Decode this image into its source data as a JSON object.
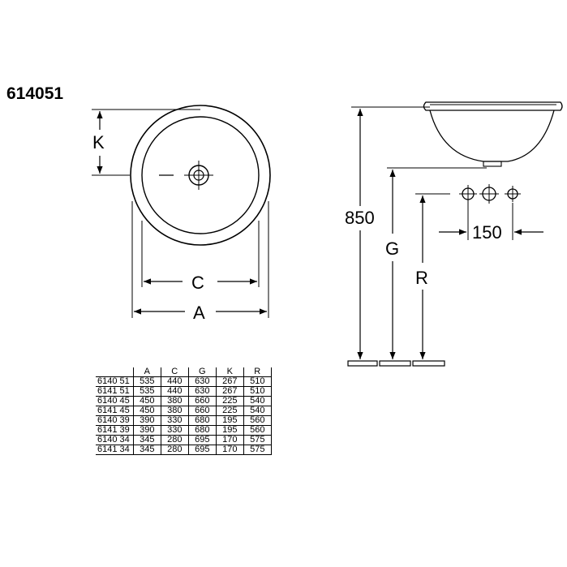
{
  "title": "614051",
  "top_view": {
    "label_k": "K",
    "label_c": "C",
    "label_a": "A"
  },
  "side_view": {
    "label_height": "850",
    "label_g": "G",
    "label_r": "R",
    "label_spacing": "150"
  },
  "table": {
    "headers": [
      "A",
      "C",
      "G",
      "K",
      "R"
    ],
    "rows": [
      {
        "model": "6140 51",
        "values": [
          "535",
          "440",
          "630",
          "267",
          "510"
        ]
      },
      {
        "model": "6141 51",
        "values": [
          "535",
          "440",
          "630",
          "267",
          "510"
        ]
      },
      {
        "model": "6140 45",
        "values": [
          "450",
          "380",
          "660",
          "225",
          "540"
        ]
      },
      {
        "model": "6141 45",
        "values": [
          "450",
          "380",
          "660",
          "225",
          "540"
        ]
      },
      {
        "model": "6140 39",
        "values": [
          "390",
          "330",
          "680",
          "195",
          "560"
        ]
      },
      {
        "model": "6141 39",
        "values": [
          "390",
          "330",
          "680",
          "195",
          "560"
        ]
      },
      {
        "model": "6140 34",
        "values": [
          "345",
          "280",
          "695",
          "170",
          "575"
        ]
      },
      {
        "model": "6141 34",
        "values": [
          "345",
          "280",
          "695",
          "170",
          "575"
        ]
      }
    ]
  }
}
